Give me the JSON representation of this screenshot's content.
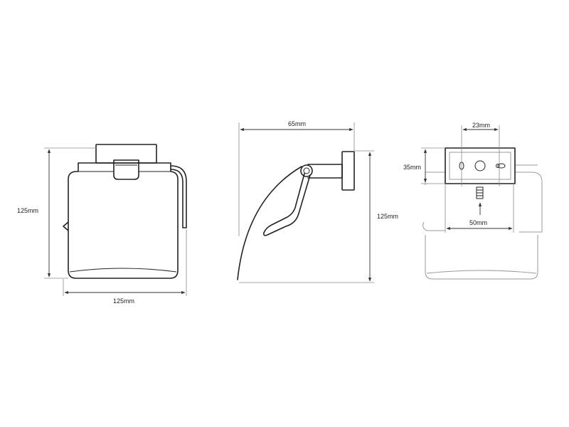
{
  "colors": {
    "stroke": "#222222",
    "ghost": "#9a9a9a",
    "background": "#ffffff"
  },
  "front_view": {
    "height_label": "125mm",
    "width_label": "125mm"
  },
  "side_view": {
    "depth_label": "65mm",
    "height_label": "125mm"
  },
  "mount_view": {
    "hole_spacing_label": "23mm",
    "plate_height_label": "35mm",
    "screw_offset_label": "50mm"
  }
}
